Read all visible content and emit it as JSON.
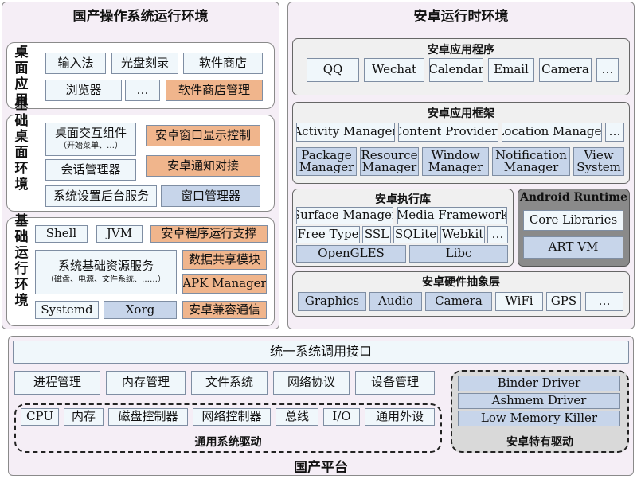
{
  "left": {
    "title": "国产操作系统运行环境",
    "desktop": {
      "label": "桌面应用",
      "items": [
        "输入法",
        "光盘刻录",
        "软件商店",
        "浏览器",
        "…",
        "软件商店管理"
      ]
    },
    "base_desktop": {
      "label": "基础桌面环境",
      "interaction": "桌面交互组件",
      "interaction_note": "（开始菜单、…）",
      "items": [
        "安卓窗口显示控制",
        "会话管理器",
        "安卓通知对接",
        "系统设置后台服务",
        "窗口管理器"
      ]
    },
    "base_runtime": {
      "label": "基础运行环境",
      "items": [
        "Shell",
        "JVM",
        "安卓程序运行支撑",
        "数据共享模块",
        "APK Manager",
        "Systemd",
        "Xorg",
        "安卓兼容通信"
      ],
      "resource": "系统基础资源服务",
      "resource_note": "（磁盘、电源、文件系统、……）"
    }
  },
  "right": {
    "title": "安卓运行时环境",
    "apps": {
      "title": "安卓应用程序",
      "items": [
        "QQ",
        "Wechat",
        "Calendar",
        "Email",
        "Camera",
        "…"
      ]
    },
    "framework": {
      "title": "安卓应用框架",
      "row1": [
        "Activity Manager",
        "Content Providers",
        "Location Manager",
        "…"
      ],
      "row2": [
        "Package Manager",
        "Resource Manager",
        "Window Manager",
        "Notification Manager",
        "View System"
      ]
    },
    "libs": {
      "title": "安卓执行库",
      "row1": [
        "Surface Manager",
        "Media Framework"
      ],
      "row2": [
        "Free Type",
        "SSL",
        "SQLite",
        "Webkit",
        "…"
      ],
      "row3": [
        "OpenGLES",
        "Libc"
      ]
    },
    "android_runtime": {
      "title": "Android Runtime",
      "items": [
        "Core Libraries",
        "ART VM"
      ]
    },
    "hal": {
      "title": "安卓硬件抽象层",
      "items": [
        "Graphics",
        "Audio",
        "Camera",
        "WiFi",
        "GPS",
        "…"
      ]
    }
  },
  "bottom": {
    "title": "国产平台",
    "syscall": "统一系统调用接口",
    "subsystems": [
      "进程管理",
      "内存管理",
      "文件系统",
      "网络协议",
      "设备管理"
    ],
    "drivers": {
      "title": "通用系统驱动",
      "items": [
        "CPU",
        "内存",
        "磁盘控制器",
        "网络控制器",
        "总线",
        "I/O",
        "通用外设"
      ]
    },
    "android_drivers": {
      "title": "安卓特有驱动",
      "items": [
        "Binder Driver",
        "Ashmem Driver",
        "Low Memory Killer"
      ]
    }
  }
}
